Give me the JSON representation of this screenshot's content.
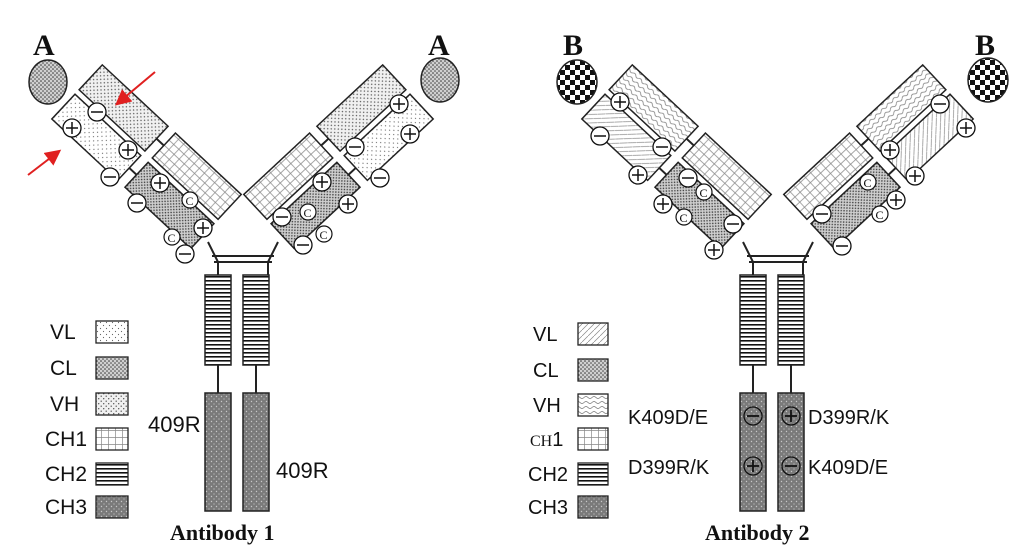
{
  "antibody1": {
    "caption": "Antibody 1",
    "antigen_label_left": "A",
    "antigen_label_right": "A",
    "mutation_label_upper": "409R",
    "mutation_label_lower": "409R"
  },
  "antibody2": {
    "caption": "Antibody 2",
    "antigen_label_left": "B",
    "antigen_label_right": "B",
    "mutation_left_upper": "K409D/E",
    "mutation_left_lower": "D399R/K",
    "mutation_right_upper": "D399R/K",
    "mutation_right_lower": "K409D/E"
  },
  "legend_labels": [
    "VL",
    "CL",
    "VH",
    "CH1",
    "CH2",
    "CH3"
  ],
  "legend2_ch1_small": "CH",
  "legend2_ch1_num": "1",
  "charge_symbols": {
    "plus": "+",
    "minus": "−",
    "cysteine": "C"
  },
  "colors": {
    "arrow": "#e02020",
    "ch3_fill": "#7a7a7a",
    "domain_stroke": "#222222"
  }
}
